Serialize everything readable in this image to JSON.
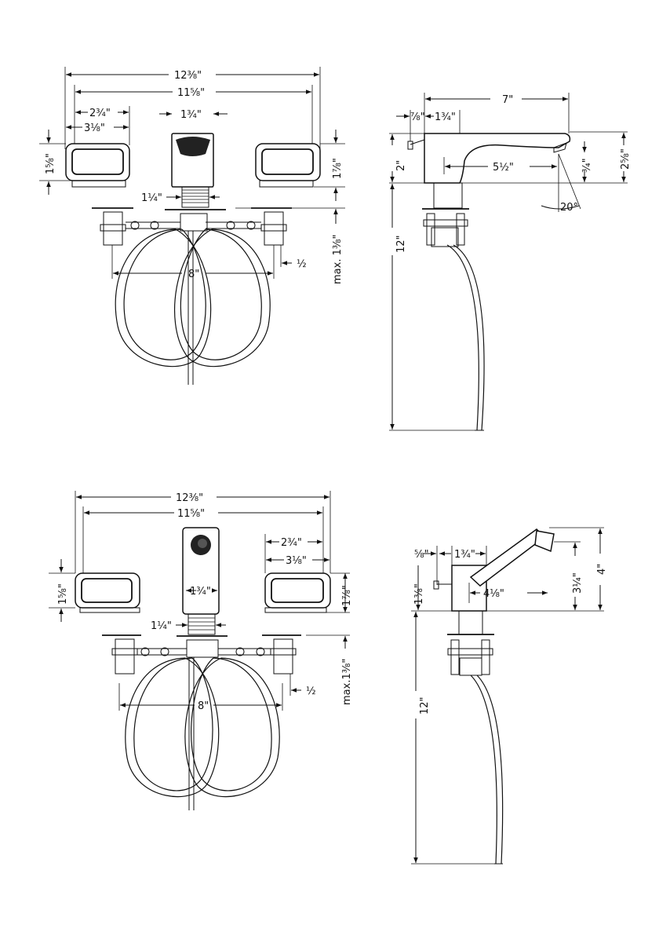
{
  "drawings": {
    "top_front": {
      "overall_width": "12⅜\"",
      "inner_width": "11⅝\"",
      "handle_width_a": "2¾\"",
      "handle_width_b": "3⅛\"",
      "spout_width": "1¾\"",
      "handle_height_left": "1⅝\"",
      "handle_height_right": "1⅞\"",
      "shank_dia": "1¼\"",
      "centers": "8\"",
      "hose_offset": "½",
      "deck_max": "max. 1⅜\""
    },
    "top_side": {
      "reach_total": "7\"",
      "back_offset": "⅞\"",
      "body_width": "1¾\"",
      "height_body": "2\"",
      "spout_reach": "5½\"",
      "outlet_height": "¾\"",
      "overall_height": "2⅝\"",
      "angle": "20°",
      "hose_length": "12\""
    },
    "bottom_front": {
      "overall_width": "12⅜\"",
      "inner_width": "11⅝\"",
      "handle_width_a": "2¾\"",
      "handle_width_b": "3⅛\"",
      "spout_width": "1¾\"",
      "handle_height_left": "1⅝\"",
      "handle_height_right": "1⅞\"",
      "shank_dia": "1¼\"",
      "centers": "8\"",
      "hose_offset": "½",
      "deck_max": "max.1⅜\""
    },
    "bottom_side": {
      "back_offset": "⅝\"",
      "body_width": "1¾\"",
      "body_height": "1⅜\"",
      "spout_reach": "4⅛\"",
      "outlet_height": "3¼\"",
      "overall_height": "4\"",
      "hose_length": "12\""
    }
  }
}
